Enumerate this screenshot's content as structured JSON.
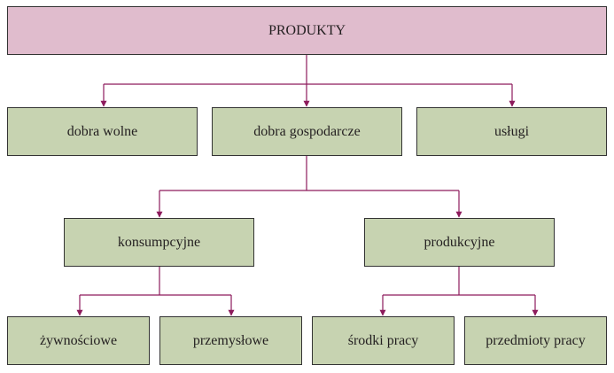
{
  "diagram": {
    "colors": {
      "root_fill": "#e0bccd",
      "node_fill": "#c7d3b1",
      "connector": "#8d1b5c",
      "border": "#333333"
    },
    "root": {
      "label": "PRODUKTY"
    },
    "level1": [
      {
        "label": "dobra wolne"
      },
      {
        "label": "dobra gospodarcze"
      },
      {
        "label": "usługi"
      }
    ],
    "level2": [
      {
        "label": "konsumpcyjne"
      },
      {
        "label": "produkcyjne"
      }
    ],
    "level3": [
      {
        "label": "żywnościowe"
      },
      {
        "label": "przemysłowe"
      },
      {
        "label": "środki pracy"
      },
      {
        "label": "przedmioty pracy"
      }
    ],
    "edges": [
      {
        "from": "PRODUKTY",
        "to": "dobra wolne"
      },
      {
        "from": "PRODUKTY",
        "to": "dobra gospodarcze"
      },
      {
        "from": "PRODUKTY",
        "to": "usługi"
      },
      {
        "from": "dobra gospodarcze",
        "to": "konsumpcyjne"
      },
      {
        "from": "dobra gospodarcze",
        "to": "produkcyjne"
      },
      {
        "from": "konsumpcyjne",
        "to": "żywnościowe"
      },
      {
        "from": "konsumpcyjne",
        "to": "przemysłowe"
      },
      {
        "from": "produkcyjne",
        "to": "środki pracy"
      },
      {
        "from": "produkcyjne",
        "to": "przedmioty pracy"
      }
    ]
  }
}
